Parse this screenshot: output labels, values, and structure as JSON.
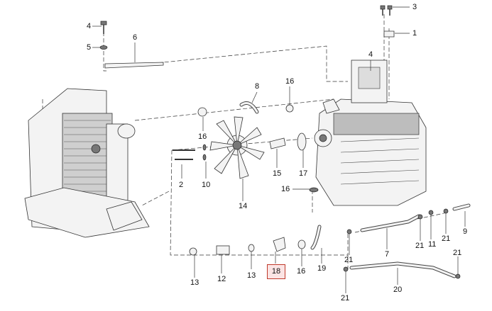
{
  "callouts": [
    {
      "id": "c3",
      "text": "3"
    },
    {
      "id": "c1",
      "text": "1"
    },
    {
      "id": "c4a",
      "text": "4"
    },
    {
      "id": "c5",
      "text": "5"
    },
    {
      "id": "c6",
      "text": "6"
    },
    {
      "id": "c4b",
      "text": "4"
    },
    {
      "id": "c8",
      "text": "8"
    },
    {
      "id": "c16a",
      "text": "16"
    },
    {
      "id": "c16b",
      "text": "16"
    },
    {
      "id": "c2",
      "text": "2"
    },
    {
      "id": "c10",
      "text": "10"
    },
    {
      "id": "c15",
      "text": "15"
    },
    {
      "id": "c17",
      "text": "17"
    },
    {
      "id": "c16c",
      "text": "16"
    },
    {
      "id": "c14",
      "text": "14"
    },
    {
      "id": "c13a",
      "text": "13"
    },
    {
      "id": "c12",
      "text": "12"
    },
    {
      "id": "c13b",
      "text": "13"
    },
    {
      "id": "c18",
      "text": "18"
    },
    {
      "id": "c16d",
      "text": "16"
    },
    {
      "id": "c19",
      "text": "19"
    },
    {
      "id": "c21a",
      "text": "21"
    },
    {
      "id": "c7",
      "text": "7"
    },
    {
      "id": "c21b",
      "text": "21"
    },
    {
      "id": "c11",
      "text": "11"
    },
    {
      "id": "c21c",
      "text": "21"
    },
    {
      "id": "c9",
      "text": "9"
    },
    {
      "id": "c21d",
      "text": "21"
    },
    {
      "id": "c20",
      "text": "20"
    },
    {
      "id": "c21e",
      "text": "21"
    }
  ],
  "highlighted_part": "18",
  "highlight_color": "#c0392b"
}
